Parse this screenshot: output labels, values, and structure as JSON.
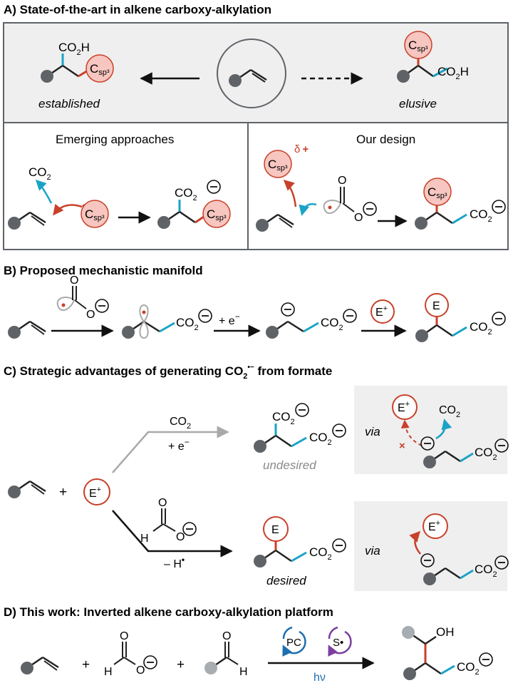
{
  "sectionA": {
    "title": "A) State-of-the-art in alkene carboxy-alkylation",
    "established": "established",
    "elusive": "elusive",
    "emerging": "Emerging approaches",
    "design": "Our design",
    "co2h": "CO",
    "co2h_sub": "2",
    "co2h_tail": "H",
    "co2": "CO",
    "co2_sub": "2",
    "csp3": "C",
    "csp3_sub": "sp³",
    "delta": "δ",
    "delta_sup": "+",
    "o": "O"
  },
  "sectionB": {
    "title": "B) Proposed mechanistic manifold",
    "plus_e": "+ e",
    "e_minus": "−",
    "E_plus": "E",
    "E_plus_sup": "+",
    "E": "E"
  },
  "sectionC": {
    "title_main": "C) Strategic advantages of generating CO",
    "title_sub": "2",
    "title_sup": "•−",
    "title_tail": " from formate",
    "plus": "+",
    "co2": "CO",
    "co2_sub": "2",
    "plus_e": "+ e",
    "e_minus": "−",
    "minus_h": "– H",
    "h_dot": "•",
    "undesired": "undesired",
    "desired": "desired",
    "via": "via",
    "x_mark": "×",
    "H": "H",
    "O": "O"
  },
  "sectionD": {
    "title": "D) This work: Inverted alkene carboxy-alkylation platform",
    "plus": "+",
    "pc": "PC",
    "s": "S•",
    "hv": "hν",
    "oh": "OH",
    "H": "H",
    "O": "O"
  },
  "colors": {
    "accent_red": "#c8412a",
    "accent_cyan": "#1ba3c6",
    "accent_purple": "#7b3fa0",
    "accent_blue": "#1f6fb0",
    "pink_fill": "#f7c6c0",
    "panel_grey": "#efefef",
    "node_grey": "#5f6368",
    "arrow_grey": "#a9a9a9"
  }
}
